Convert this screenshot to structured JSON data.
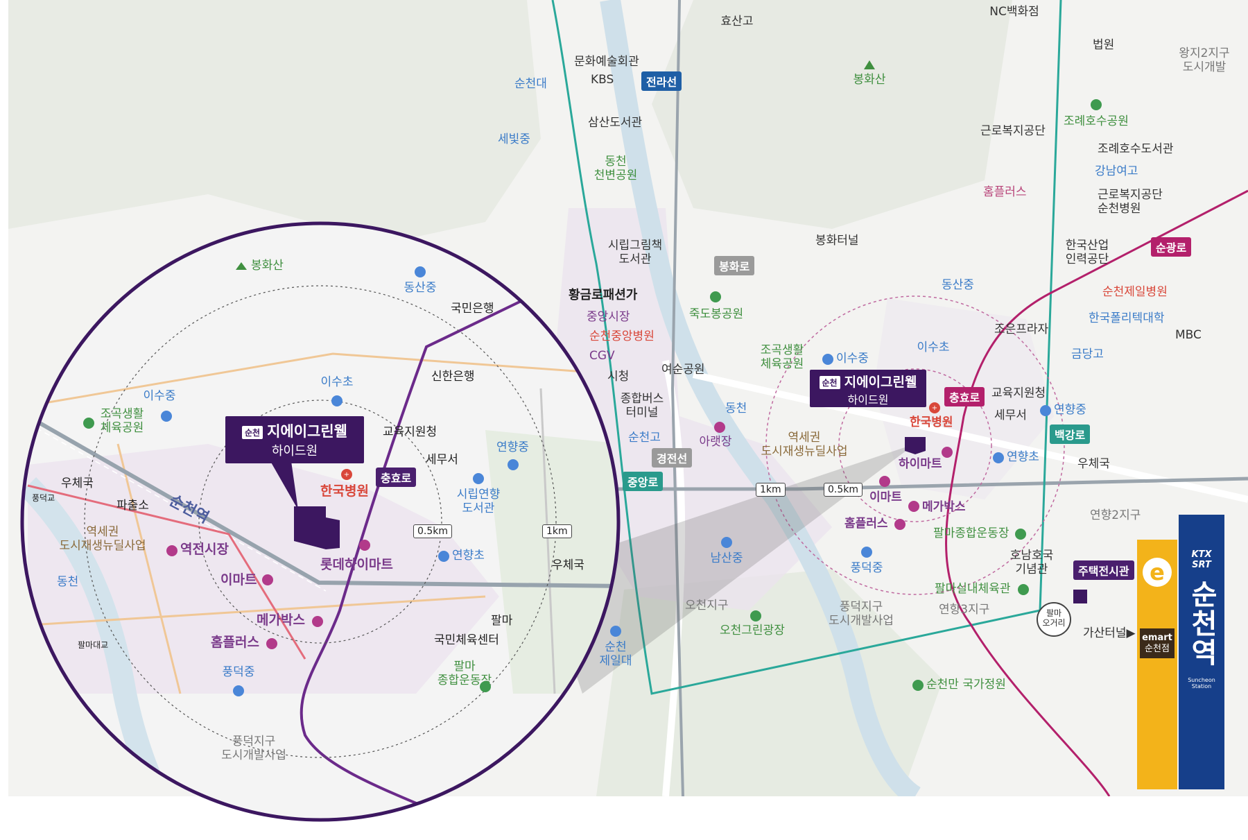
{
  "map": {
    "subject": {
      "badge": "순천",
      "name": "지에이그린웰",
      "sub": "하이드원"
    },
    "rings": {
      "r1": "0.5km",
      "r2": "1km"
    },
    "roads": {
      "jeollaseon": "전라선",
      "bonghwaro": "봉화로",
      "choonghyoro": "충효로",
      "gyeongjeonseon": "경전선",
      "jungangro": "중앙로",
      "baekgangro": "백강로",
      "sungwangro": "순광로",
      "palma_ogeori": "팔마\n오거리",
      "gasantunnel": "가산터널▶",
      "dongcheon": "동천",
      "suncheonyeok_line": "순천역"
    },
    "labels": {
      "hyosango": "효산고",
      "ncdept": "NC백화점",
      "beopwon": "법원",
      "wangji2": "왕지2지구\n도시개발",
      "munhwa": "문화예술회관",
      "kbs": "KBS",
      "suncheondae": "순천대",
      "bonghwasan": "봉화산",
      "joryehosu_park": "조례호수공원",
      "sesamdoseogwan": "삼산도서관",
      "saebitjung": "세빛중",
      "geunro": "근로복지공단",
      "joryehosu_lib": "조례호수도서관",
      "gangnam": "강남여고",
      "dongcheon_park": "동천\n천변공원",
      "homeplus_n": "홈플러스",
      "geunro_hosp": "근로복지공단\n순천병원",
      "sirip_lib": "시립그림책\n도서관",
      "bonghwa_tunnel": "봉화터널",
      "hrd": "한국산업\n인력공단",
      "hwanggeum": "황금로패션가",
      "jukdobong": "죽도봉공원",
      "dongsanjung": "동산중",
      "jungang_market": "중앙시장",
      "jungang_hosp": "순천중앙병원",
      "cgv": "CGV",
      "cityhall": "시청",
      "jeil_hosp": "순천제일병원",
      "joeun": "조은프라자",
      "polytech": "한국폴리텍대학",
      "mbc": "MBC",
      "jogok": "조곡생활\n체육공원",
      "isujung": "이수중",
      "isucho": "이수초",
      "geumdang": "금당고",
      "yeosun": "여순공원",
      "bus": "종합버스\n터미널",
      "edu_office": "교육지원청",
      "tax": "세무서",
      "yeonhyangjung": "연향중",
      "suncheongo": "순천고",
      "arajang": "아랫장",
      "station_area": "역세권\n도시재생뉴딜사업",
      "hankook_hosp": "한국병원",
      "himart": "하이마트",
      "yeonhyangcho": "연향초",
      "post": "우체국",
      "emart": "이마트",
      "megabox": "메가박스",
      "homeplus": "홈플러스",
      "palma_stadium": "팔마종합운동장",
      "yeonhyang2": "연향2지구",
      "namsanjung": "남산중",
      "pungdeokjung": "풍덕중",
      "honam": "호남호국\n기념관",
      "model_house": "주택전시관",
      "palma_indoor": "팔마실내체육관",
      "ocheon": "오천지구",
      "pungdeok_dev": "풍덕지구\n도시개발사업",
      "yeonhyang3": "연향3지구",
      "ocheon_green": "오천그린광장",
      "jeildae": "순천\n제일대",
      "garden": "순천만 국가정원"
    },
    "inset": {
      "bonghwasan": "봉화산",
      "dongsanjung": "동산중",
      "kookmin": "국민은행",
      "isujung": "이수중",
      "isucho": "이수초",
      "shinhan": "신한은행",
      "jogok": "조곡생활\n체육공원",
      "edu": "교육지원청",
      "tax": "세무서",
      "yeonhyangjung": "연향중",
      "hankook": "한국병원",
      "choonghyoro": "충효로",
      "library": "시립연향\n도서관",
      "post_w": "우체국",
      "pungdeokgyo": "풍덕교",
      "police": "파출소",
      "station_line": "순천역",
      "station_area": "역세권\n도시재생뉴딜사업",
      "yeokjeon": "역전시장",
      "lotte": "롯데하이마트",
      "yeonhyangcho": "연향초",
      "post_e": "우체국",
      "emart": "이마트",
      "dongcheon": "동천",
      "megabox": "메가박스",
      "palma": "팔마",
      "palma_center": "국민체육센터",
      "homeplus": "홈플러스",
      "palmadaegyo": "팔마대교",
      "pungdeokjung": "풍덕중",
      "palma_stadium": "팔마\n종합운동장",
      "pungdeok_dev": "풍덕지구\n도시개발사업",
      "r05": "0.5km",
      "r1": "1km"
    },
    "signs": {
      "emart_logo": "emart",
      "emart_branch": "순천점",
      "ktx": "KTX",
      "srt": "SRT",
      "station": "순천역",
      "station_en": "Suncheon\nStation"
    }
  }
}
